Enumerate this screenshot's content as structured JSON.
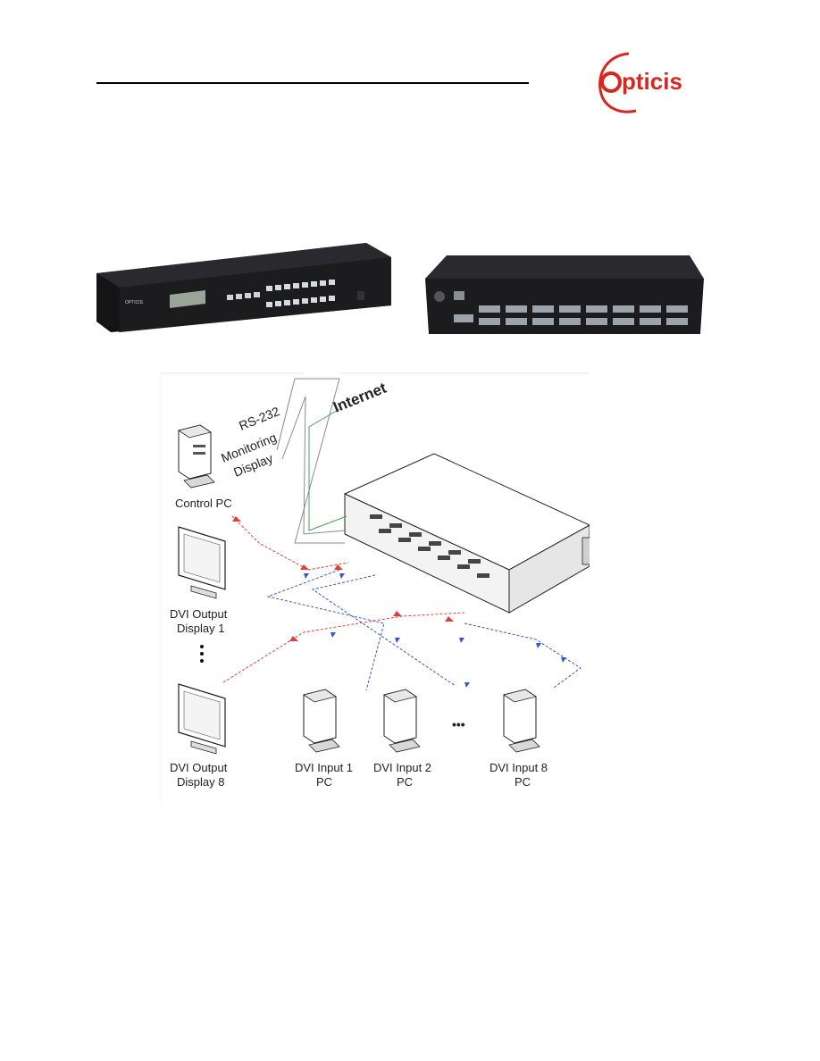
{
  "header": {
    "logo": {
      "prefix": "o",
      "mid": "pti",
      "suffix": "cis",
      "accent_color": "#d9271d",
      "text_color": "#d9271d"
    }
  },
  "photos": {
    "front_panel": {
      "brand_mark": "OPTICIS",
      "colors": {
        "body": "#1c1c1e",
        "lcd": "#9aa59a"
      }
    },
    "rear_panel": {
      "colors": {
        "body": "#1c1c1e"
      }
    }
  },
  "diagram": {
    "labels": {
      "rs232": "RS-232",
      "internet": "Internet",
      "monitoring": "Monitoring",
      "display": "Display",
      "control_pc": "Control PC",
      "dvi_output_1_line1": "DVI Output",
      "dvi_output_1_line2": "Display 1",
      "dvi_output_8_line1": "DVI Output",
      "dvi_output_8_line2": "Display 8",
      "dvi_input_1_line1": "DVI Input 1",
      "dvi_input_1_line2": "PC",
      "dvi_input_2_line1": "DVI Input 2",
      "dvi_input_2_line2": "PC",
      "dvi_input_8_line1": "DVI Input 8",
      "dvi_input_8_line2": "PC",
      "ellipsis_h": "•••"
    },
    "colors": {
      "output_link": "#e0403a",
      "input_link": "#3656c9",
      "internet_link": "#3fa64a",
      "rs232_link": "#8a8a8a"
    }
  }
}
